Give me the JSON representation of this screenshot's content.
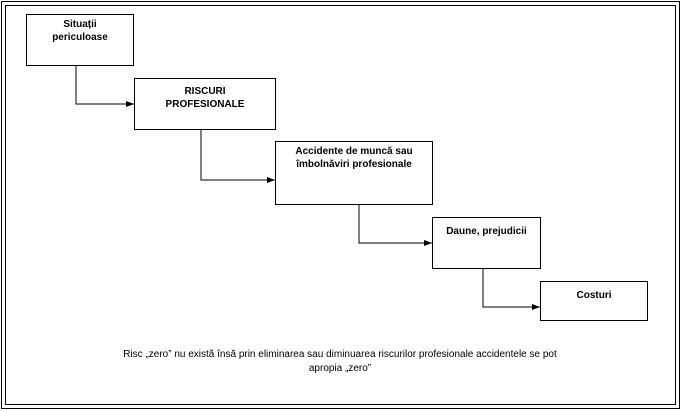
{
  "diagram": {
    "boxes": [
      {
        "lines": [
          "Situații",
          "periculoase"
        ]
      },
      {
        "lines": [
          "RISCURI",
          "PROFESIONALE"
        ]
      },
      {
        "lines": [
          "Accidente de muncă sau",
          "îmbolnăviri profesionale"
        ]
      },
      {
        "lines": [
          "Daune, prejudicii"
        ]
      },
      {
        "lines": [
          "Costuri"
        ]
      }
    ],
    "note": {
      "lines": [
        "Risc „zero” nu există însă prin eliminarea sau diminuarea riscurilor profesionale accidentele se pot",
        "apropia „zero”"
      ]
    }
  }
}
